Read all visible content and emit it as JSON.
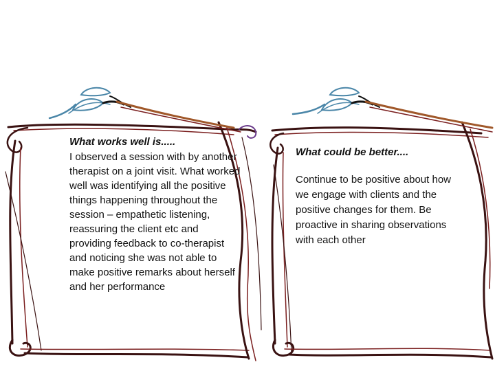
{
  "notes": {
    "left": {
      "heading": "What works well is.....",
      "body": "I observed a session with by another therapist on a joint visit. What worked well was identifying all the positive things happening throughout the session – empathetic listening, reassuring the client etc and providing feedback to co-therapist and noticing she was not able to make positive remarks about herself and her performance"
    },
    "right": {
      "heading": "What could be better....",
      "body": "Continue to be positive about how we engage with clients and the positive changes for them. Be proactive in sharing observations with each other"
    }
  },
  "colors": {
    "frame_dark": "#3a1212",
    "frame_maroon": "#7a1e1e",
    "quill_blue": "#4a86a8",
    "quill_brown": "#a0582a",
    "text": "#111111"
  },
  "icons": [
    "scroll-frame-icon",
    "quill-pen-icon"
  ]
}
